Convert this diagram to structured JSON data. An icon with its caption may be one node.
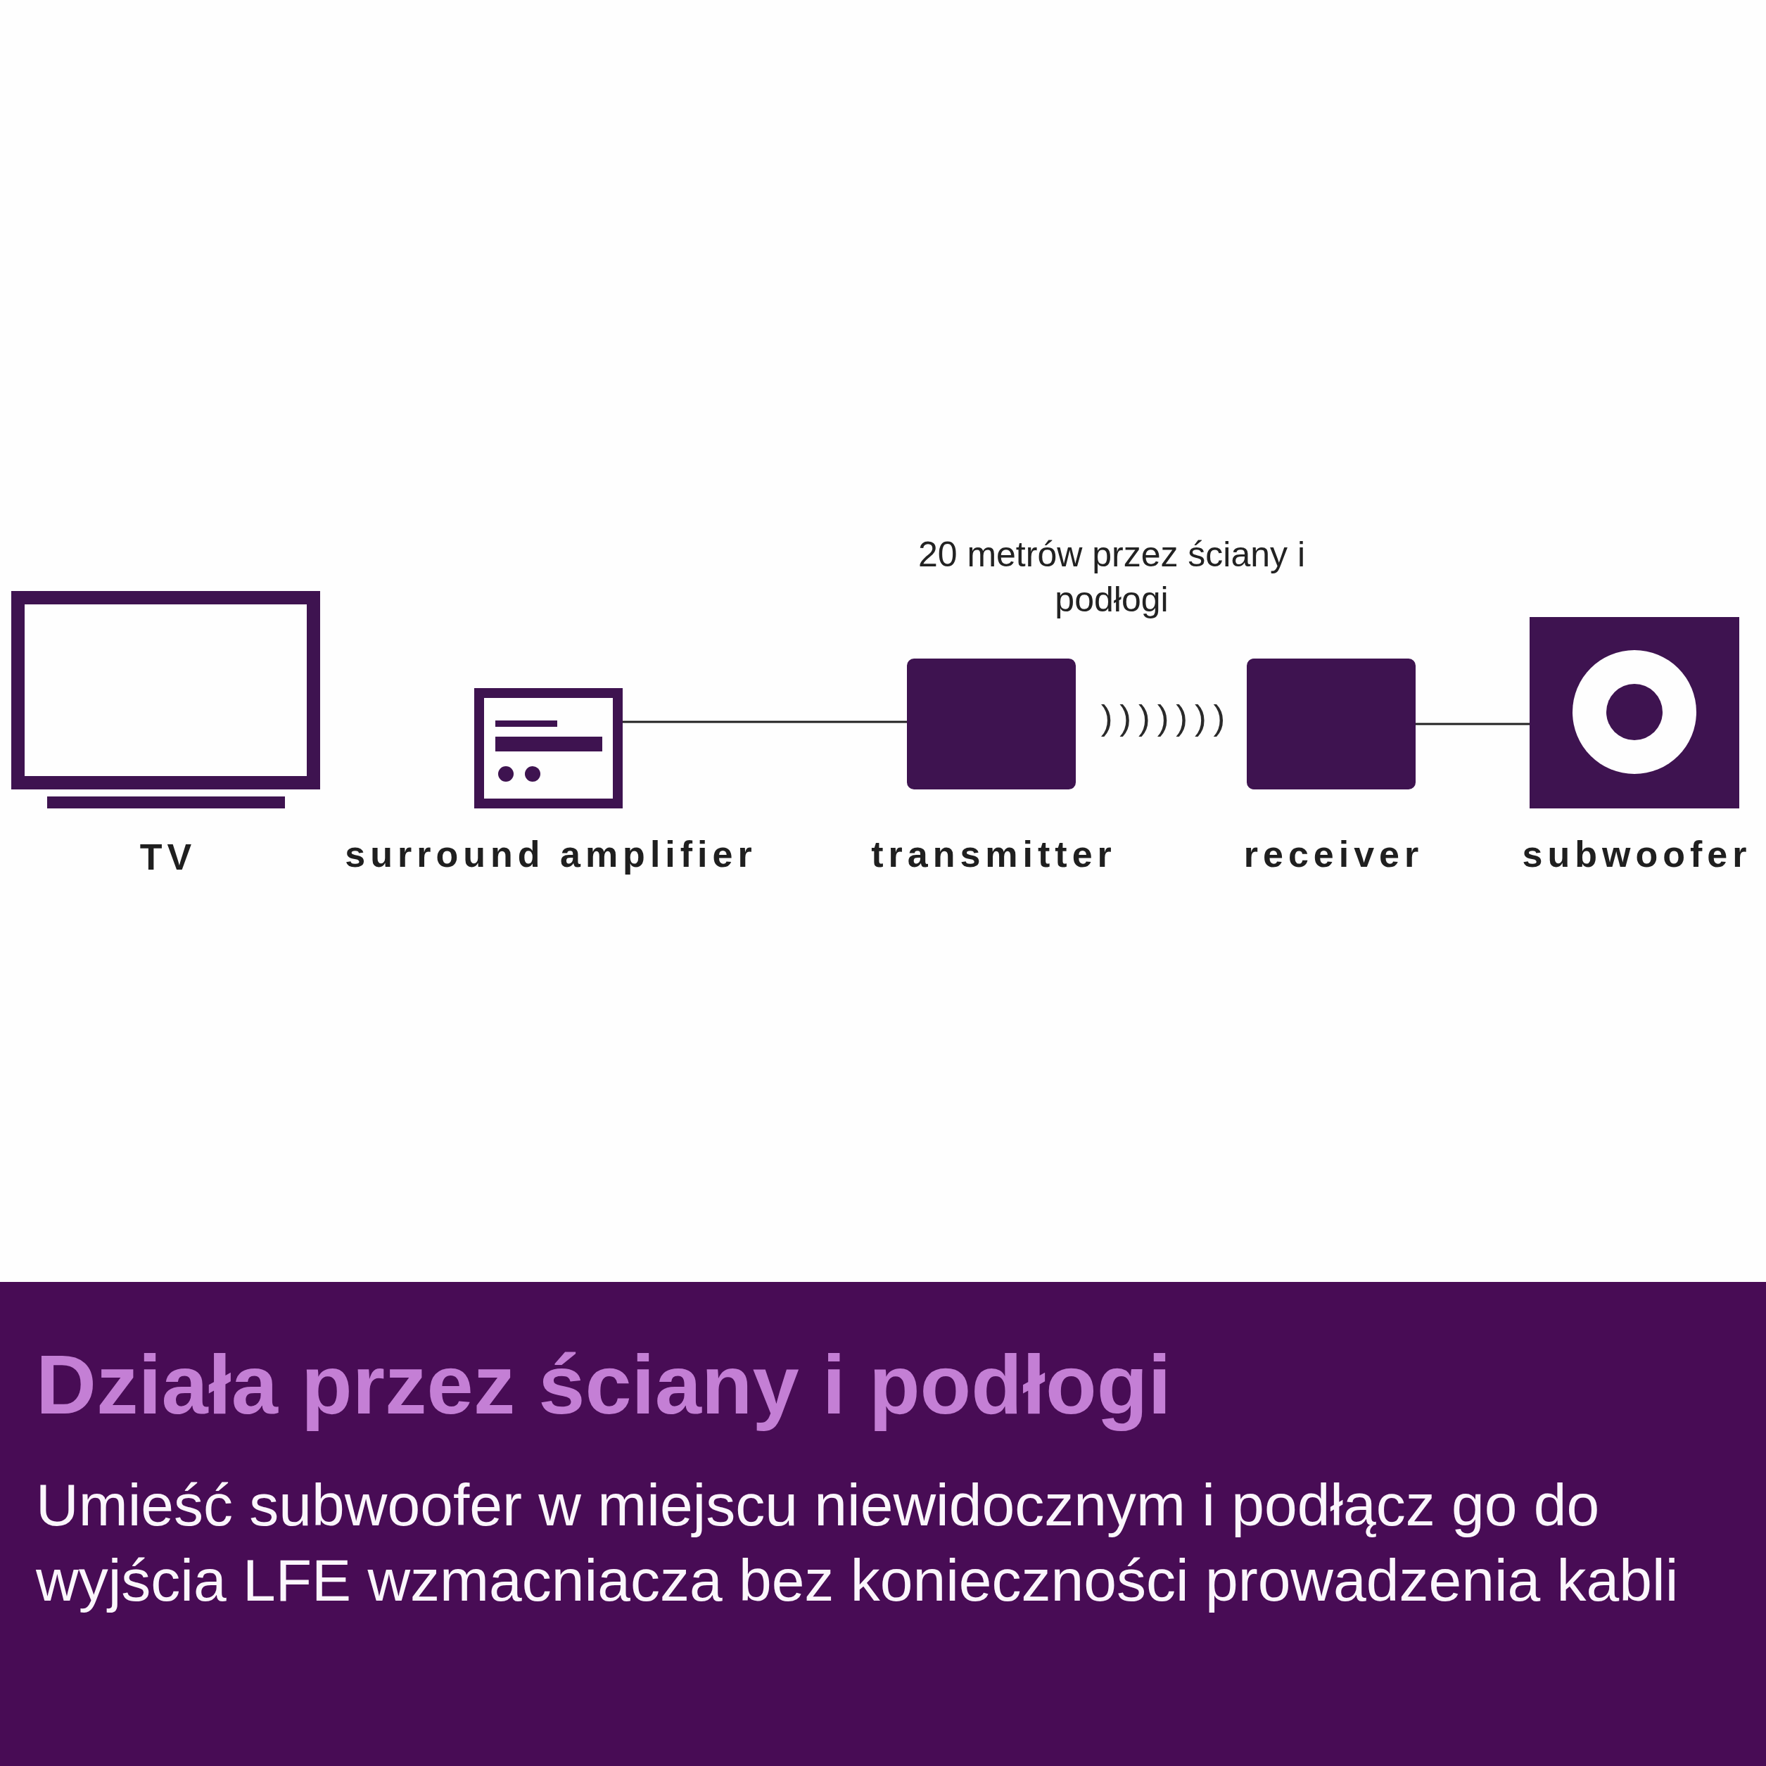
{
  "diagram": {
    "title": "Działa przez ściany i podłogi",
    "caption": "Umieść subwoofer w miejscu niewidocznym i podłącz go do wyjścia LFE wzmacniacza bez konieczności prowadzenia kabli",
    "nodes": [
      {
        "text": [],
        "shape": "box",
        "beside": [
          "TV"
        ]
      },
      {
        "text": [],
        "shape": "picture",
        "beside": [
          "surround amplifier"
        ]
      },
      {
        "text": [],
        "shape": "box",
        "beside": [
          "transmitter"
        ]
      },
      {
        "text": [],
        "shape": "box",
        "beside": [
          "receiver"
        ]
      },
      {
        "text": [],
        "shape": "picture",
        "beside": [
          "subwoofer"
        ]
      }
    ],
    "edges": [
      {
        "from": 1,
        "to": 2,
        "arrow": "none"
      },
      {
        "from": 3,
        "to": 4,
        "arrow": "none"
      }
    ],
    "labels": [
      "20 metrów przez ściany i podłogi",
      ")))))))"
    ]
  }
}
